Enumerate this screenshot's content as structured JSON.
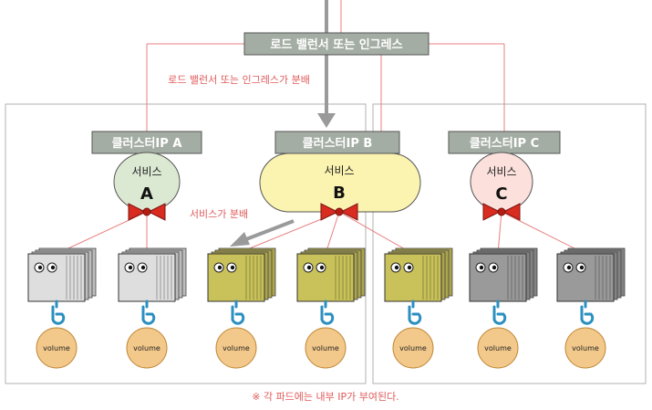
{
  "load_balancer": {
    "label": "로드 밸런서 또는 인그레스"
  },
  "lb_distribution_note": "로드 밸런서 또는 인그레스가 분배",
  "service_distribution_note": "서비스가 분배",
  "footnote": "※ 각 파드에는 내부 IP가 부여된다.",
  "clusters": [
    {
      "label": "클러스터IP A",
      "service_word": "서비스",
      "service_letter": "A",
      "fill": "#dbe8d2"
    },
    {
      "label": "클러스터IP B",
      "service_word": "서비스",
      "service_letter": "B",
      "fill": "#fbf4b0"
    },
    {
      "label": "클러스터IP C",
      "service_word": "서비스",
      "service_letter": "C",
      "fill": "#fbe0dc"
    }
  ],
  "pods": [
    {
      "service": "A",
      "color": "#dedede",
      "volume": "volume"
    },
    {
      "service": "A",
      "color": "#dedede",
      "volume": "volume"
    },
    {
      "service": "B",
      "color": "#c9c25a",
      "volume": "volume"
    },
    {
      "service": "B",
      "color": "#c9c25a",
      "volume": "volume"
    },
    {
      "service": "B",
      "color": "#c9c25a",
      "volume": "volume"
    },
    {
      "service": "C",
      "color": "#9a9a9a",
      "volume": "volume"
    },
    {
      "service": "C",
      "color": "#9a9a9a",
      "volume": "volume"
    }
  ],
  "colors": {
    "header_fill": "#a4ada4",
    "header_border": "#555555",
    "connector": "#e87f7f",
    "note_text": "#e05a5a",
    "volume_fill": "#f3c98b",
    "arrow": "#9a9a9a",
    "bowtie": "#d92b1f",
    "spring": "#2b8fc0"
  }
}
